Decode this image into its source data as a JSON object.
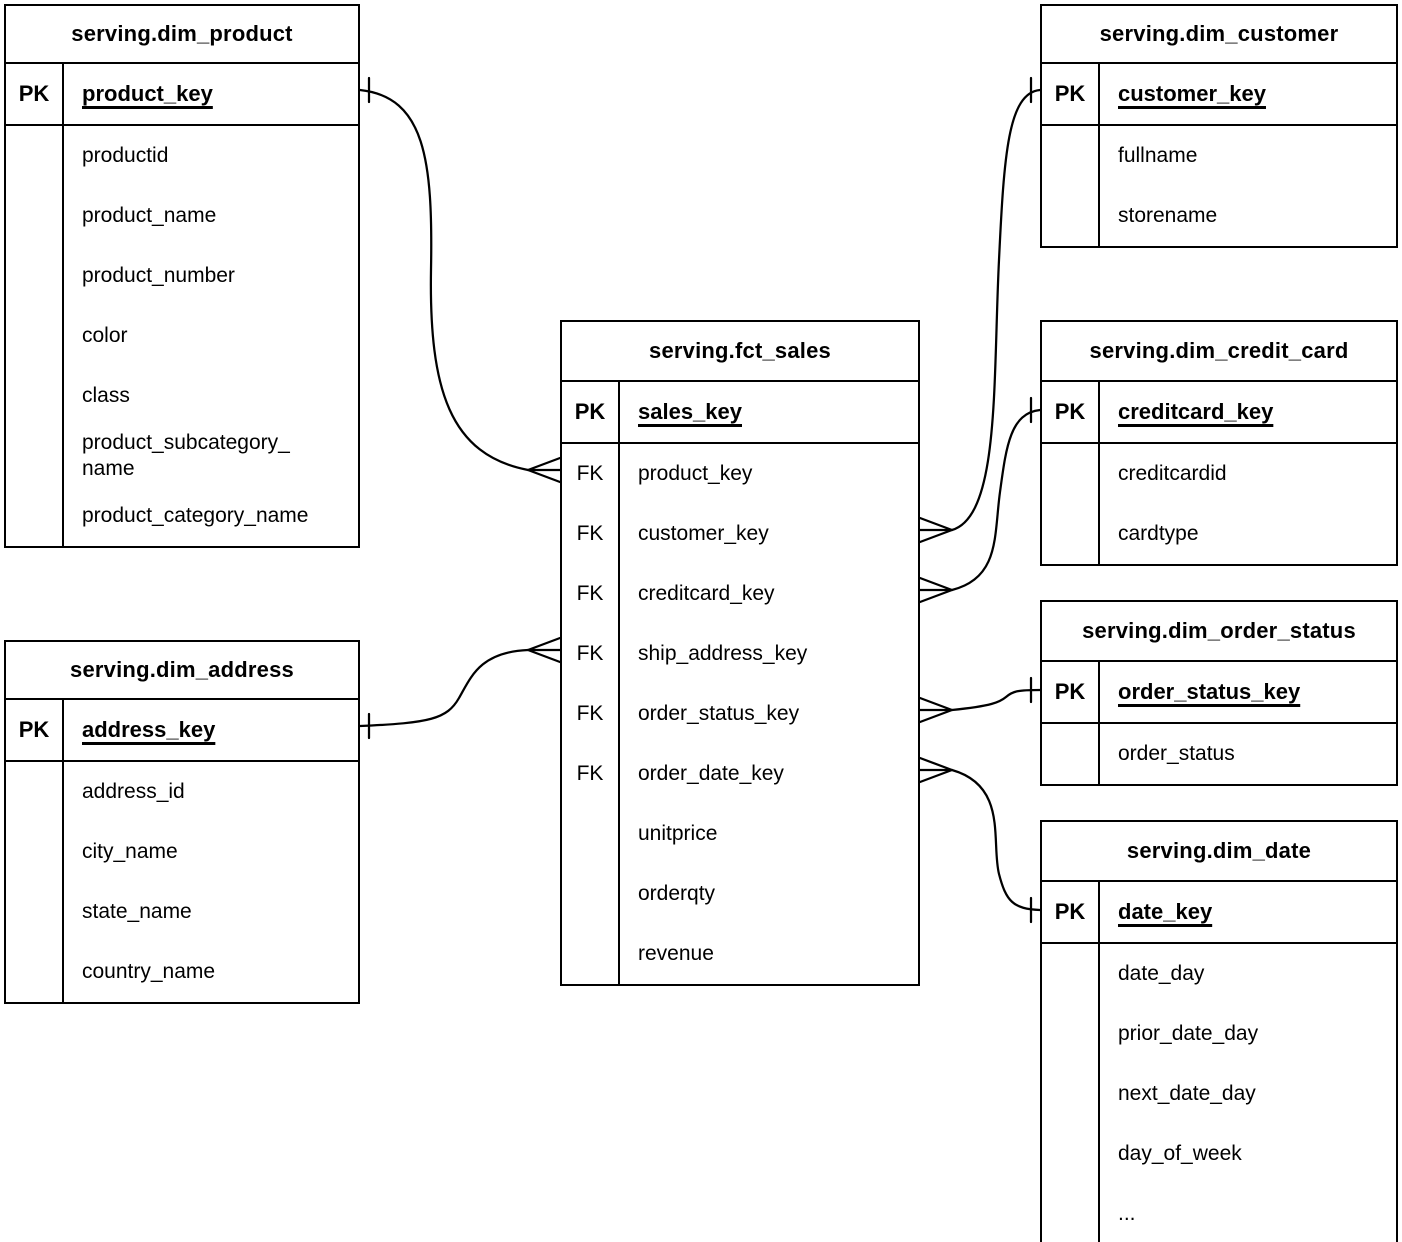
{
  "colors": {
    "line": "#000000",
    "background": "#ffffff",
    "text": "#000000"
  },
  "diagram": {
    "tables": [
      {
        "id": "dim_product",
        "title": "serving.dim_product",
        "rows": [
          {
            "key": "PK",
            "name": "product_key",
            "is_pk": true
          },
          {
            "key": "",
            "name": "productid"
          },
          {
            "key": "",
            "name": "product_name"
          },
          {
            "key": "",
            "name": "product_number"
          },
          {
            "key": "",
            "name": "color"
          },
          {
            "key": "",
            "name": "class"
          },
          {
            "key": "",
            "name": "product_subcategory_\nname"
          },
          {
            "key": "",
            "name": "product_category_name"
          }
        ]
      },
      {
        "id": "dim_customer",
        "title": "serving.dim_customer",
        "rows": [
          {
            "key": "PK",
            "name": "customer_key",
            "is_pk": true
          },
          {
            "key": "",
            "name": "fullname"
          },
          {
            "key": "",
            "name": "storename"
          }
        ]
      },
      {
        "id": "fct_sales",
        "title": "serving.fct_sales",
        "rows": [
          {
            "key": "PK",
            "name": "sales_key",
            "is_pk": true
          },
          {
            "key": "FK",
            "name": "product_key"
          },
          {
            "key": "FK",
            "name": "customer_key"
          },
          {
            "key": "FK",
            "name": "creditcard_key"
          },
          {
            "key": "FK",
            "name": "ship_address_key"
          },
          {
            "key": "FK",
            "name": "order_status_key"
          },
          {
            "key": "FK",
            "name": "order_date_key"
          },
          {
            "key": "",
            "name": "unitprice"
          },
          {
            "key": "",
            "name": "orderqty"
          },
          {
            "key": "",
            "name": "revenue"
          }
        ]
      },
      {
        "id": "dim_credit_card",
        "title": "serving.dim_credit_card",
        "rows": [
          {
            "key": "PK",
            "name": "creditcard_key",
            "is_pk": true
          },
          {
            "key": "",
            "name": "creditcardid"
          },
          {
            "key": "",
            "name": "cardtype"
          }
        ]
      },
      {
        "id": "dim_order_status",
        "title": "serving.dim_order_status",
        "rows": [
          {
            "key": "PK",
            "name": "order_status_key",
            "is_pk": true
          },
          {
            "key": "",
            "name": "order_status"
          }
        ]
      },
      {
        "id": "dim_date",
        "title": "serving.dim_date",
        "rows": [
          {
            "key": "PK",
            "name": "date_key",
            "is_pk": true
          },
          {
            "key": "",
            "name": "date_day"
          },
          {
            "key": "",
            "name": "prior_date_day"
          },
          {
            "key": "",
            "name": "next_date_day"
          },
          {
            "key": "",
            "name": "day_of_week"
          },
          {
            "key": "",
            "name": "..."
          }
        ]
      },
      {
        "id": "dim_address",
        "title": "serving.dim_address",
        "rows": [
          {
            "key": "PK",
            "name": "address_key",
            "is_pk": true
          },
          {
            "key": "",
            "name": "address_id"
          },
          {
            "key": "",
            "name": "city_name"
          },
          {
            "key": "",
            "name": "state_name"
          },
          {
            "key": "",
            "name": "country_name"
          }
        ]
      }
    ],
    "relationships": [
      {
        "from_table": "serving.fct_sales",
        "from_field": "product_key",
        "from_cardinality": "many",
        "to_table": "serving.dim_product",
        "to_field": "product_key",
        "to_cardinality": "one"
      },
      {
        "from_table": "serving.fct_sales",
        "from_field": "customer_key",
        "from_cardinality": "many",
        "to_table": "serving.dim_customer",
        "to_field": "customer_key",
        "to_cardinality": "one"
      },
      {
        "from_table": "serving.fct_sales",
        "from_field": "creditcard_key",
        "from_cardinality": "many",
        "to_table": "serving.dim_credit_card",
        "to_field": "creditcard_key",
        "to_cardinality": "one"
      },
      {
        "from_table": "serving.fct_sales",
        "from_field": "ship_address_key",
        "from_cardinality": "many",
        "to_table": "serving.dim_address",
        "to_field": "address_key",
        "to_cardinality": "one"
      },
      {
        "from_table": "serving.fct_sales",
        "from_field": "order_status_key",
        "from_cardinality": "many",
        "to_table": "serving.dim_order_status",
        "to_field": "order_status_key",
        "to_cardinality": "one"
      },
      {
        "from_table": "serving.fct_sales",
        "from_field": "order_date_key",
        "from_cardinality": "many",
        "to_table": "serving.dim_date",
        "to_field": "date_key",
        "to_cardinality": "one"
      }
    ]
  }
}
